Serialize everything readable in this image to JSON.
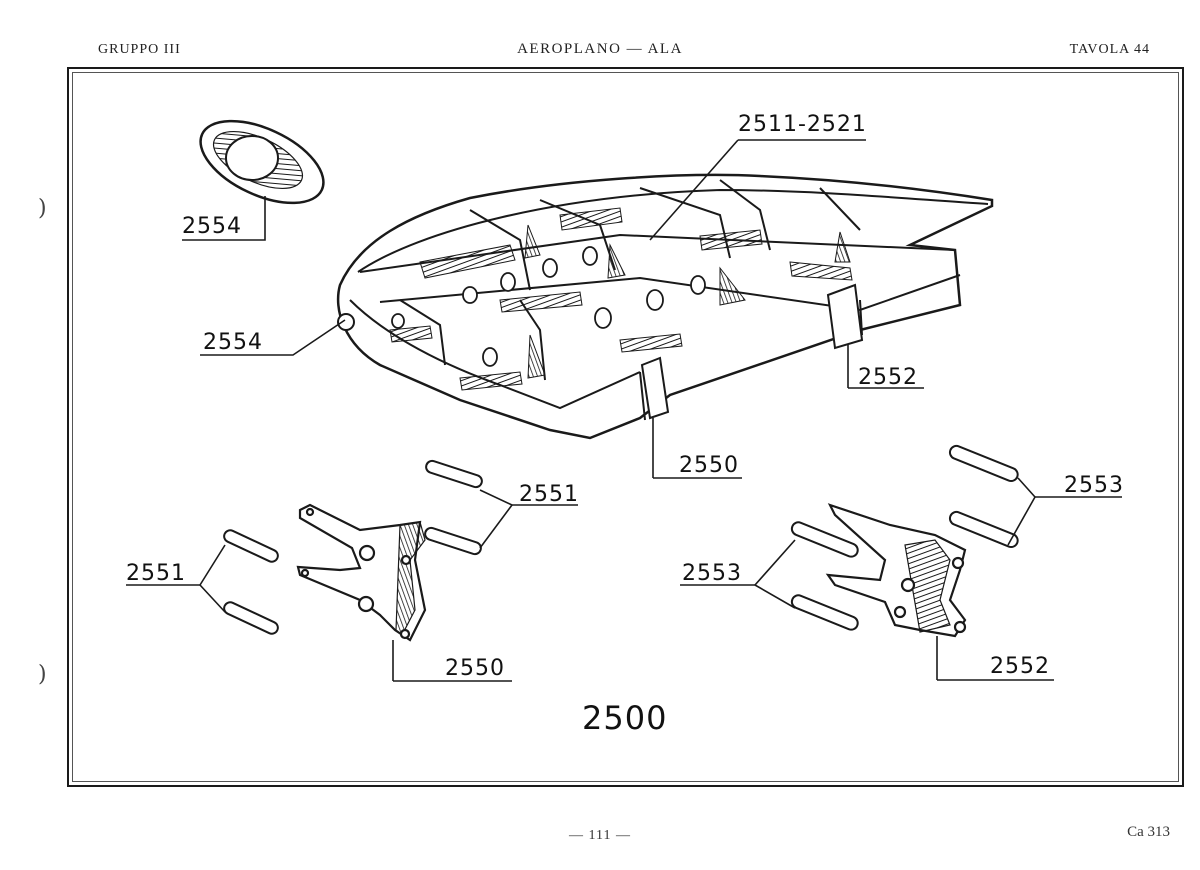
{
  "header": {
    "left": "GRUPPO III",
    "center": "AEROPLANO — ALA",
    "right": "TAVOLA 44"
  },
  "labels": {
    "l2511_2521": "2511-2521",
    "l2554_top": "2554",
    "l2554_mid": "2554",
    "l2552_wing": "2552",
    "l2550_wing": "2550",
    "l2551_right": "2551",
    "l2553_right": "2553",
    "l2551_left": "2551",
    "l2553_left": "2553",
    "l2550_bottom": "2550",
    "l2552_bottom": "2552",
    "assembly": "2500"
  },
  "footer": {
    "page": "— 111 —",
    "code": "Ca 313"
  },
  "colors": {
    "ink": "#1a1a1a",
    "paper": "#ffffff"
  }
}
